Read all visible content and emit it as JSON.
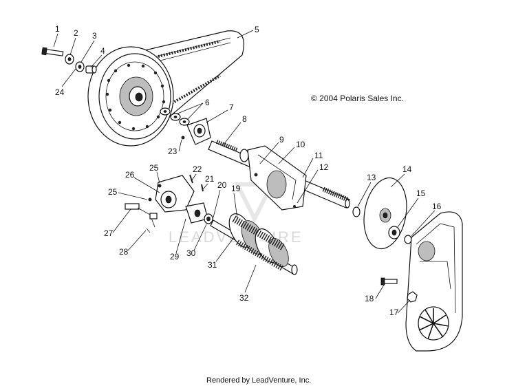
{
  "copyright": "© 2004 Polaris Sales Inc.",
  "footer": "Rendered by LeadVenture, Inc.",
  "watermark": "LEADVENTURE",
  "callouts": [
    "1",
    "2",
    "3",
    "4",
    "5",
    "6",
    "7",
    "8",
    "9",
    "10",
    "11",
    "12",
    "13",
    "14",
    "15",
    "16",
    "17",
    "18",
    "19",
    "20",
    "21",
    "22",
    "23",
    "24",
    "25",
    "25",
    "26",
    "27",
    "28",
    "29",
    "30",
    "31",
    "32"
  ]
}
